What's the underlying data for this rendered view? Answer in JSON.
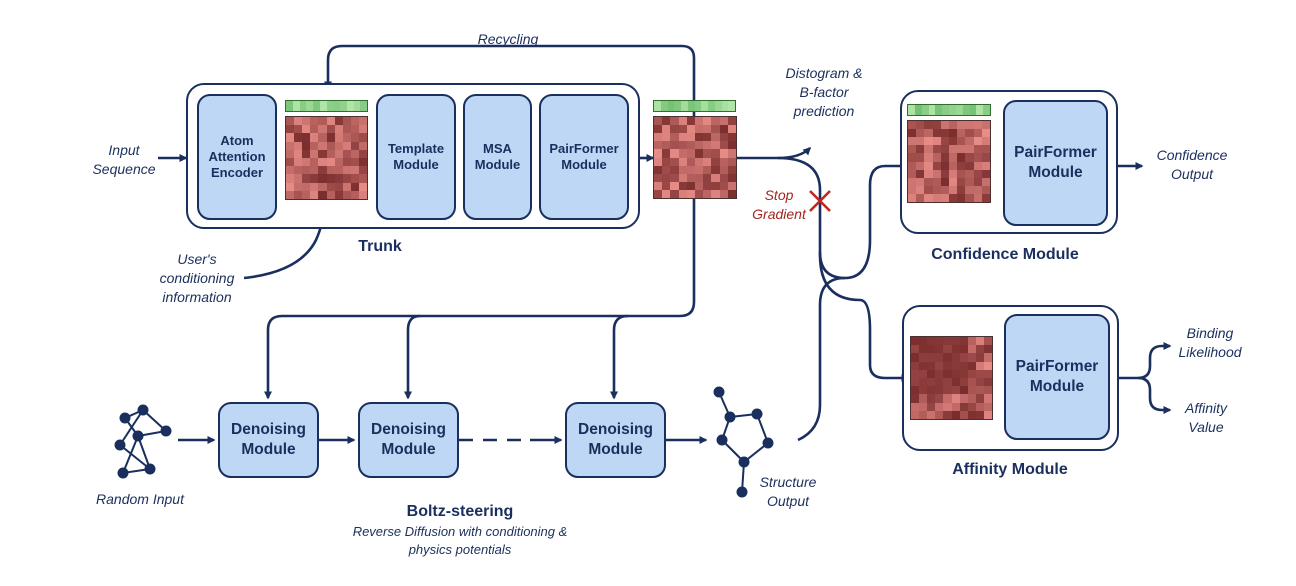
{
  "trunk": {
    "title": "Trunk",
    "atom_attention_encoder": "Atom Attention Encoder",
    "template_module": "Template Module",
    "msa_module": "MSA Module",
    "pairformer_module": "PairFormer Module"
  },
  "labels": {
    "recycling": "Recycling",
    "input_sequence": "Input Sequence",
    "users_conditioning": "User's conditioning information",
    "distogram": "Distogram & B-factor prediction",
    "stop_gradient": "Stop Gradient",
    "random_input": "Random Input",
    "structure_output": "Structure Output"
  },
  "confidence": {
    "title": "Confidence Module",
    "pairformer": "PairFormer Module",
    "output": "Confidence Output"
  },
  "affinity": {
    "title": "Affinity Module",
    "pairformer": "PairFormer Module",
    "binding_likelihood": "Binding Likelihood",
    "affinity_value": "Affinity Value"
  },
  "steering": {
    "title": "Boltz-steering",
    "subtitle": "Reverse Diffusion with conditioning & physics potentials",
    "denoising_1": "Denoising Module",
    "denoising_2": "Denoising Module",
    "denoising_3": "Denoising Module"
  },
  "colors": {
    "navy": "#1b2f5e",
    "module_fill": "#bdd7f4",
    "stop_red": "#c0271f",
    "pair_red": "#d46a6a",
    "seq_green": "#8fd48f"
  }
}
